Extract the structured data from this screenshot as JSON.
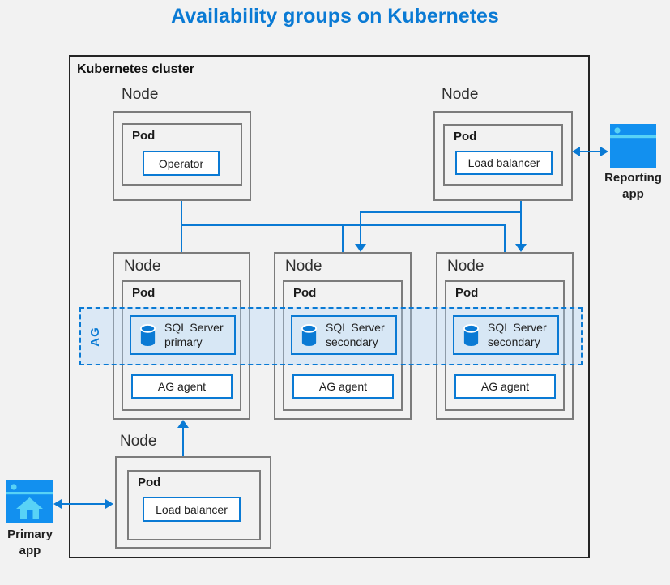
{
  "title": "Availability groups on Kubernetes",
  "cluster_label": "Kubernetes cluster",
  "operator_node": {
    "node_label": "Node",
    "pod_label": "Pod",
    "component": "Operator"
  },
  "lb_top_node": {
    "node_label": "Node",
    "pod_label": "Pod",
    "component": "Load balancer"
  },
  "lb_bottom_node": {
    "node_label": "Node",
    "pod_label": "Pod",
    "component": "Load balancer"
  },
  "sql_nodes": [
    {
      "node_label": "Node",
      "pod_label": "Pod",
      "sql_line1": "SQL Server",
      "sql_line2": "primary",
      "agent_label": "AG agent"
    },
    {
      "node_label": "Node",
      "pod_label": "Pod",
      "sql_line1": "SQL Server",
      "sql_line2": "secondary",
      "agent_label": "AG agent"
    },
    {
      "node_label": "Node",
      "pod_label": "Pod",
      "sql_line1": "SQL Server",
      "sql_line2": "secondary",
      "agent_label": "AG agent"
    }
  ],
  "ag_band": {
    "label": "AG"
  },
  "apps": {
    "reporting": {
      "line1": "Reporting",
      "line2": "app"
    },
    "primary": {
      "line1": "Primary",
      "line2": "app"
    }
  },
  "colors": {
    "accent": "#0a7ad4",
    "title": "#0a7ad4",
    "icon_blue": "#1290ef",
    "icon_cyan": "#58d2f6",
    "band_fill": "#d7e7f5",
    "node_border": "#7c7c7c",
    "cluster_border": "#242424"
  }
}
